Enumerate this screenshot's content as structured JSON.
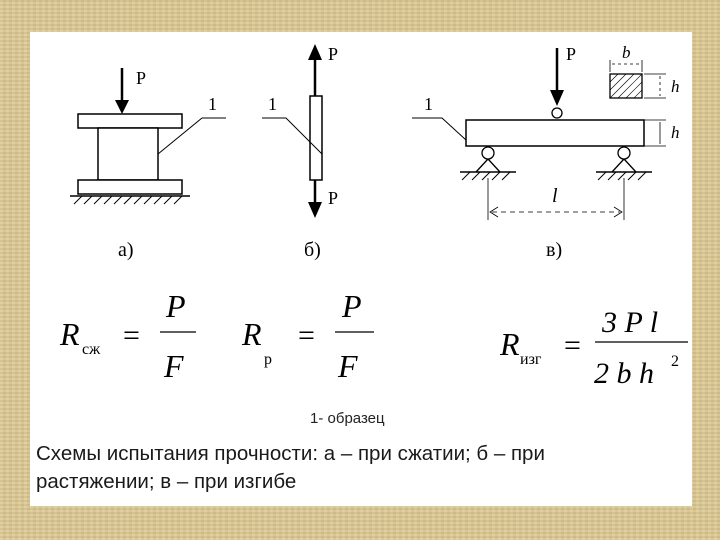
{
  "diagram": {
    "load_label": "P",
    "specimen_label": "1",
    "dimension_b": "b",
    "dimension_h": "h",
    "span_label": "l",
    "panel_labels": [
      "а)",
      "б)",
      "в)"
    ]
  },
  "formulas": [
    {
      "lhs": "R",
      "sub": "сж",
      "num": "P",
      "den": "F"
    },
    {
      "lhs": "R",
      "sub": "р",
      "num": "P",
      "den": "F"
    },
    {
      "lhs": "R",
      "sub": "изг",
      "num": "3 P l",
      "den_main": "2 b h",
      "den_exp": "2"
    }
  ],
  "legend": "1- образец",
  "caption": {
    "line1": "Схемы испытания прочности: а – при сжатии; б – при",
    "line2": "растяжении; в – при изгибе"
  }
}
